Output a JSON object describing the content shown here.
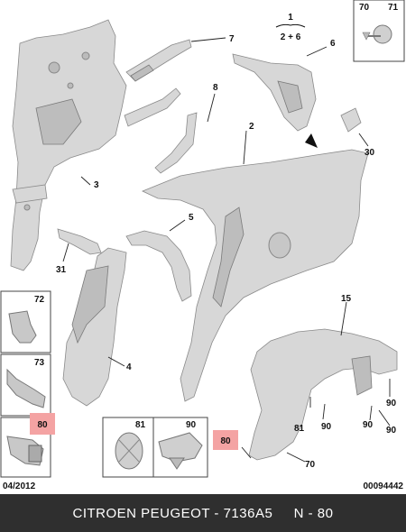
{
  "callouts": {
    "c1": "1",
    "c1_sub": "2 + 6",
    "c2": "2",
    "c3": "3",
    "c4": "4",
    "c5": "5",
    "c6": "6",
    "c7": "7",
    "c8": "8",
    "c15": "15",
    "c30": "30",
    "c31": "31",
    "c70_top": "70",
    "c71_top": "71",
    "c72": "72",
    "c73": "73",
    "c80_left": "80",
    "c81_box": "81",
    "c90_box": "90",
    "c80_mid": "80",
    "c70_bottom": "70",
    "c81_bottom": "81",
    "c90_a": "90",
    "c90_b": "90",
    "c90_c": "90",
    "c90_d": "90"
  },
  "date_code": "04/2012",
  "drawing_number": "00094442",
  "footer": {
    "text": "CITROEN PEUGEOT - 7136A5     N - 80"
  },
  "colors": {
    "highlight": "#f4a3a3",
    "footer_bg": "#2f2f2f",
    "part_fill": "#d7d7d7"
  }
}
